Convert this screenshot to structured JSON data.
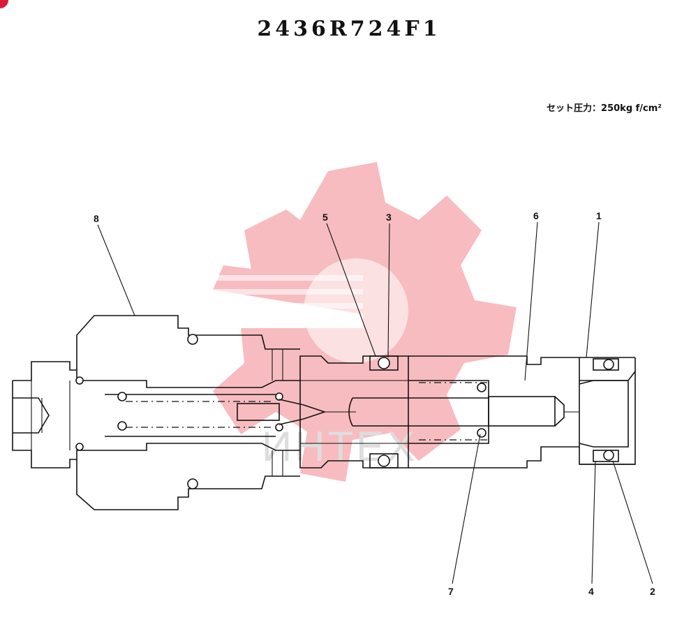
{
  "diagram": {
    "part_number": "2436R724F1",
    "set_pressure": "セット圧力：250kg f/cm²",
    "callouts": [
      "1",
      "2",
      "3",
      "4",
      "5",
      "6",
      "7",
      "8"
    ],
    "watermark_text": "ИНТЕХ",
    "colors": {
      "line": "#111111",
      "watermark": "#f5a0a6",
      "corner_badge": "#d81b3b"
    }
  }
}
